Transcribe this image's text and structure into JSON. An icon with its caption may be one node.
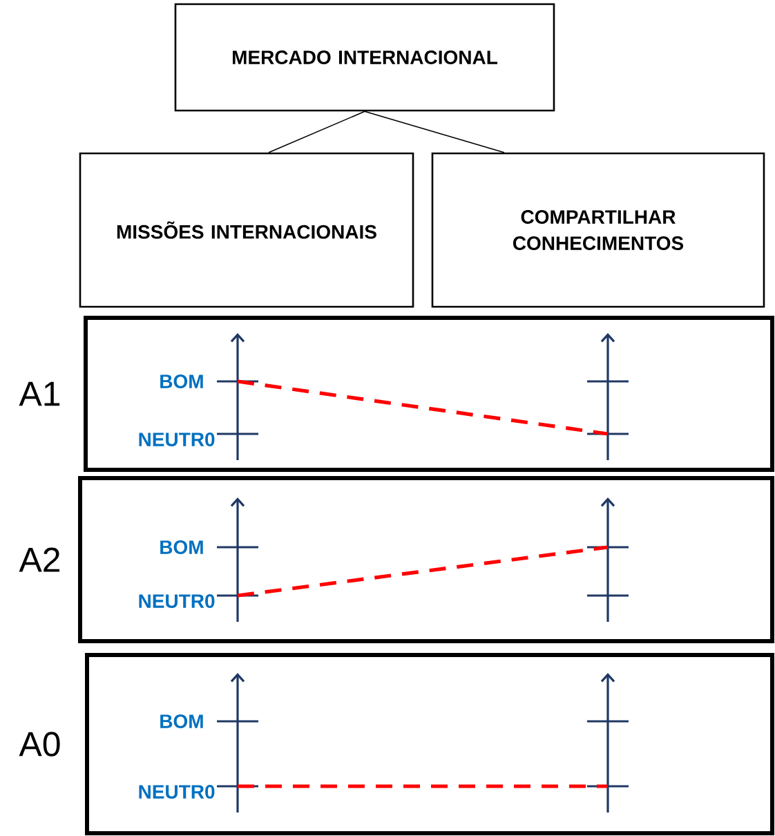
{
  "diagram": {
    "nodes": [
      {
        "text": [
          "MERCADO INTERNACIONAL"
        ]
      },
      {
        "text": [
          "MISSÕES INTERNACIONAIS"
        ]
      },
      {
        "text": [
          "COMPARTILHAR CONHECIMENTOS"
        ]
      },
      {
        "text": [
          "BOM",
          "NEUTR0"
        ],
        "beside": [
          "A1"
        ]
      },
      {
        "text": [
          "BOM",
          "NEUTR0"
        ],
        "beside": [
          "A2"
        ]
      },
      {
        "text": [
          "BOM",
          "NEUTR0"
        ],
        "beside": [
          "A0"
        ]
      }
    ],
    "edges": [
      {
        "from": 0,
        "to": 1,
        "arrow": "none"
      },
      {
        "from": 0,
        "to": 2,
        "arrow": "none"
      }
    ]
  }
}
